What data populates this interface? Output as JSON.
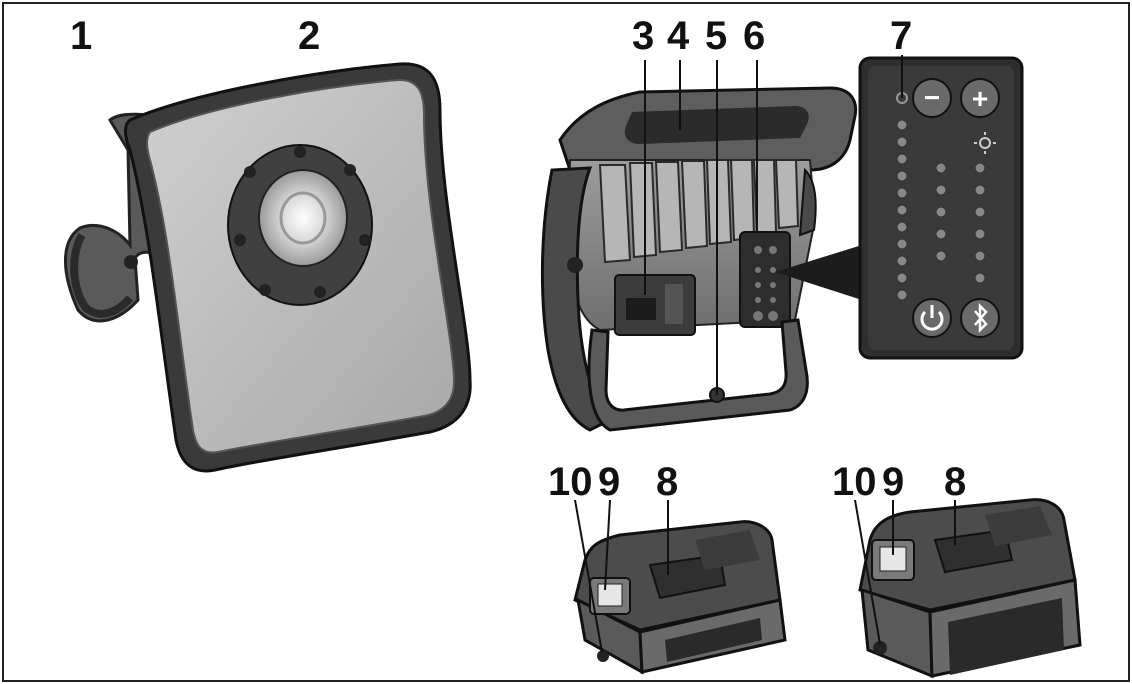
{
  "callouts": {
    "c1": "1",
    "c2": "2",
    "c3": "3",
    "c4": "4",
    "c5": "5",
    "c6": "6",
    "c7": "7",
    "c8a": "8",
    "c9a": "9",
    "c10a": "10",
    "c8b": "8",
    "c9b": "9",
    "c10b": "10"
  },
  "icons": {
    "minus": "−",
    "plus": "+"
  },
  "colors": {
    "frame": "#3a3a3a",
    "body": "#8c8c8c",
    "panel": "#2e2e2e",
    "lens_face": "#b9b9b9"
  }
}
